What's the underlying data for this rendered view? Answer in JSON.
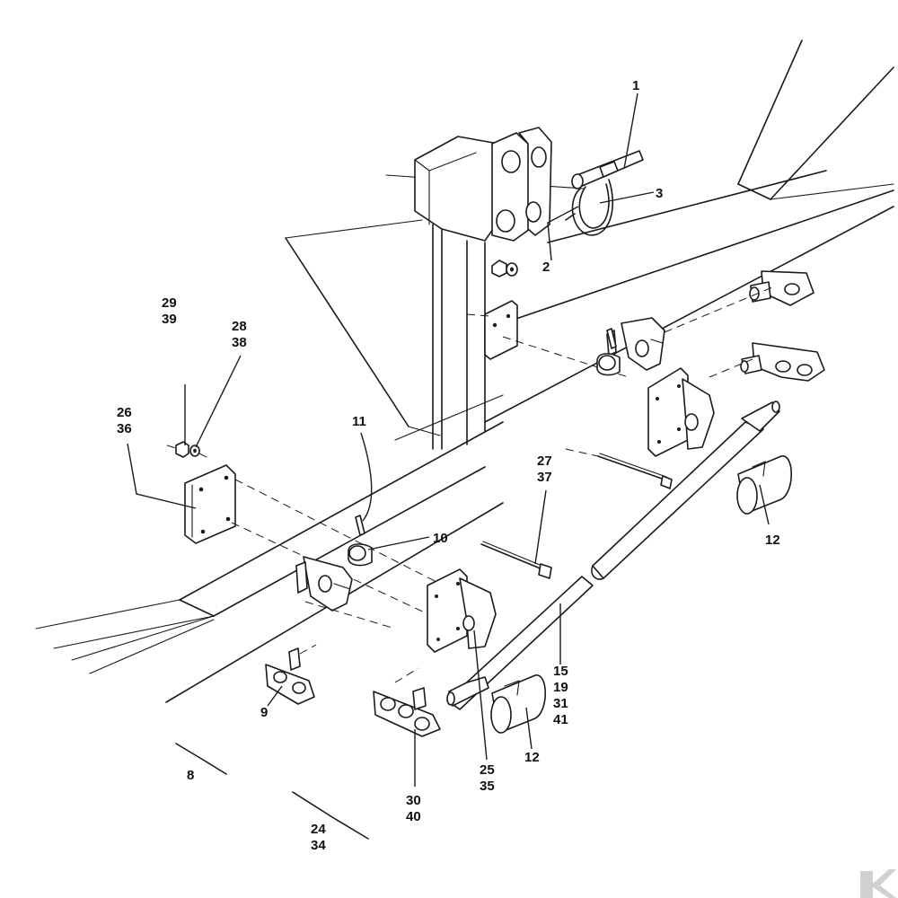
{
  "labels": {
    "l1": "1",
    "l2": "2",
    "l3": "3",
    "l9": "9",
    "l8": "8",
    "l10": "10",
    "l11": "11",
    "l12a": "12",
    "l12b": "12",
    "l15": [
      "15",
      "19",
      "31",
      "41"
    ],
    "l24": [
      "24",
      "34"
    ],
    "l25": [
      "25",
      "35"
    ],
    "l26": [
      "26",
      "36"
    ],
    "l27": [
      "27",
      "37"
    ],
    "l28": [
      "28",
      "38"
    ],
    "l29": [
      "29",
      "39"
    ],
    "l30": [
      "30",
      "40"
    ]
  },
  "logo_icon": "k-logo-icon",
  "colors": {
    "ink": "#1a1a1a",
    "background": "#ffffff",
    "logo": "#d0d0d0"
  }
}
